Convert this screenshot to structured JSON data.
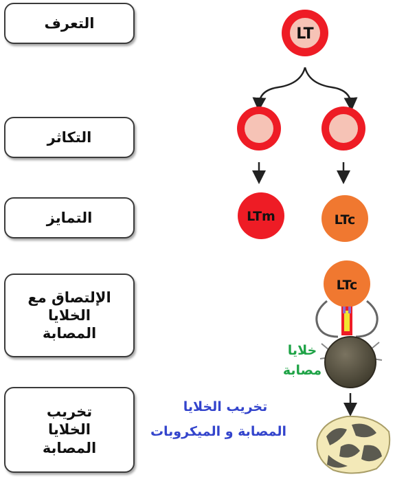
{
  "steps": [
    {
      "lines": [
        "التعرف"
      ]
    },
    {
      "lines": [
        "التكاثر"
      ]
    },
    {
      "lines": [
        "التمايز"
      ]
    },
    {
      "lines": [
        "الإلتصاق مع",
        "الخلايا",
        "المصابة"
      ]
    },
    {
      "lines": [
        "تخريب",
        "الخلايا",
        "المصابة"
      ]
    }
  ],
  "cells": {
    "lt": "LT",
    "ltm": "LTm",
    "ltc": "LTc",
    "ltc_attached": "LTc"
  },
  "labels": {
    "infected_cells": [
      "خلايا",
      "مصابة"
    ],
    "destruction": [
      "تخريب الخلايا",
      "المصابة و الميكروبات"
    ]
  },
  "colors": {
    "red_cell": "#ee1c25",
    "red_cell_core": "#f6c3b6",
    "orange_cell": "#f07830",
    "infected_cell": "#5a5440",
    "green_label": "#1fa347",
    "blue_label": "#3344cc",
    "arrow": "#222222"
  }
}
